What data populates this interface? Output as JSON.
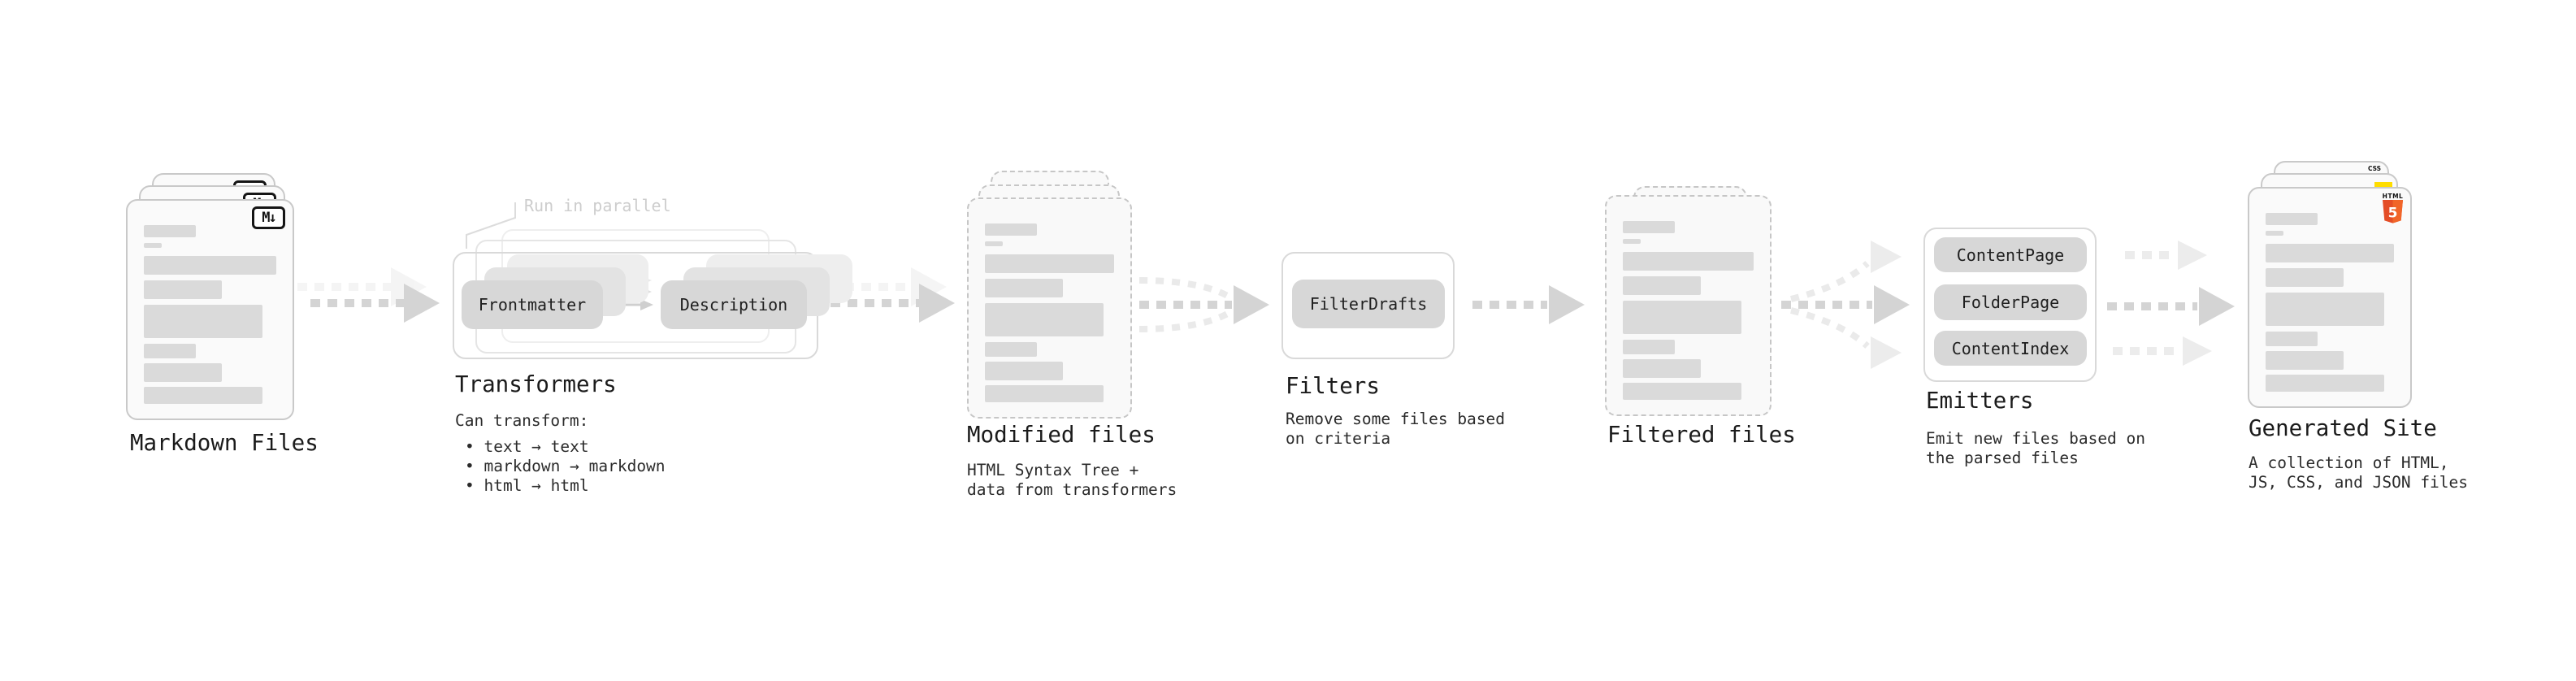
{
  "diagram": {
    "stages": {
      "markdown_files": {
        "title": "Markdown Files",
        "badge": "M↓"
      },
      "transformers": {
        "title": "Transformers",
        "annotation": "Run in parallel",
        "pill_input": "Frontmatter",
        "pill_output": "Description",
        "description": "Can transform:",
        "bullets": [
          "• text → text",
          "• markdown → markdown",
          "• html → html"
        ]
      },
      "modified_files": {
        "title": "Modified files",
        "description": "HTML Syntax Tree +\ndata from transformers"
      },
      "filters": {
        "title": "Filters",
        "pill": "FilterDrafts",
        "description": "Remove some files based\non criteria"
      },
      "filtered_files": {
        "title": "Filtered files"
      },
      "emitters": {
        "title": "Emitters",
        "pills": [
          "ContentPage",
          "FolderPage",
          "ContentIndex"
        ],
        "description": "Emit new files based on\nthe parsed files"
      },
      "generated_site": {
        "title": "Generated Site",
        "description": "A collection of HTML,\nJS, CSS, and JSON files",
        "html5_label": "HTML",
        "html5_number": "5",
        "css_label": "CSS"
      }
    },
    "colors": {
      "html5_orange": "#e44d26",
      "html5_orange_light": "#f16529",
      "js_yellow": "#ffdd00",
      "css_blue": "#2d60e8",
      "skeleton_gray": "#dadada",
      "arrow_gray": "#d4d4d4",
      "annotation_gray": "#cdcdcd"
    }
  }
}
